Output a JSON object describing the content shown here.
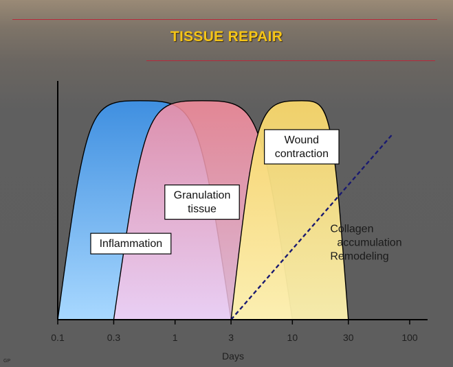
{
  "slide": {
    "title": "TISSUE REPAIR",
    "footer_mark": "GP",
    "colors": {
      "background": "#5e5e5e",
      "title": "#f5c518",
      "rule": "#b8283a"
    }
  },
  "chart_data": {
    "type": "area",
    "title": "",
    "xlabel": "Days",
    "ylabel": "",
    "x_scale": "log",
    "xlim": [
      0.1,
      100
    ],
    "x_ticks": [
      {
        "value": 0.1,
        "label": "0.1"
      },
      {
        "value": 0.3,
        "label": "0.3"
      },
      {
        "value": 1,
        "label": "1"
      },
      {
        "value": 3,
        "label": "3"
      },
      {
        "value": 10,
        "label": "10"
      },
      {
        "value": 30,
        "label": "30"
      },
      {
        "value": 100,
        "label": "100"
      }
    ],
    "ylim": [
      0,
      1
    ],
    "y_ticks": [],
    "grid": false,
    "legend": "none",
    "series": [
      {
        "key": "inflammation",
        "label_lines": [
          "Inflammation"
        ],
        "shape": "bell",
        "start": 0.1,
        "peak": 0.5,
        "end": 3,
        "peak_level": 0.95,
        "color_top": "#3f8fe0",
        "color_bottom": "#a8d8ff",
        "fill_opacity": 1,
        "order": 1
      },
      {
        "key": "granulation",
        "label_lines": [
          "Granulation",
          "tissue"
        ],
        "shape": "bell",
        "start": 0.3,
        "peak": 1.7,
        "end": 10,
        "peak_level": 0.95,
        "color_top": "#ff8fa0",
        "color_bottom": "#f7cdf2",
        "fill_opacity": 0.82,
        "order": 2
      },
      {
        "key": "wound_contraction",
        "label_lines": [
          "Wound",
          "contraction"
        ],
        "shape": "bell",
        "start": 3,
        "peak": 12,
        "end": 30,
        "peak_level": 0.95,
        "color_top": "#f7d66a",
        "color_bottom": "#fdf2b0",
        "fill_opacity": 0.95,
        "order": 3
      },
      {
        "key": "collagen",
        "label_lines": [
          "Collagen",
          "accumulation",
          "Remodeling"
        ],
        "shape": "line",
        "style": "dashed",
        "color": "#1a1a70",
        "points": [
          [
            3,
            0
          ],
          [
            70,
            0.8
          ]
        ]
      }
    ],
    "labels": [
      {
        "series": "inflammation",
        "boxed": true,
        "x": 0.42,
        "y": 0.33
      },
      {
        "series": "granulation",
        "boxed": true,
        "x": 1.7,
        "y": 0.51
      },
      {
        "series": "wound_contraction",
        "boxed": true,
        "x": 12,
        "y": 0.75
      },
      {
        "series": "collagen",
        "boxed": false,
        "x": 21,
        "y": 0.38
      }
    ]
  }
}
